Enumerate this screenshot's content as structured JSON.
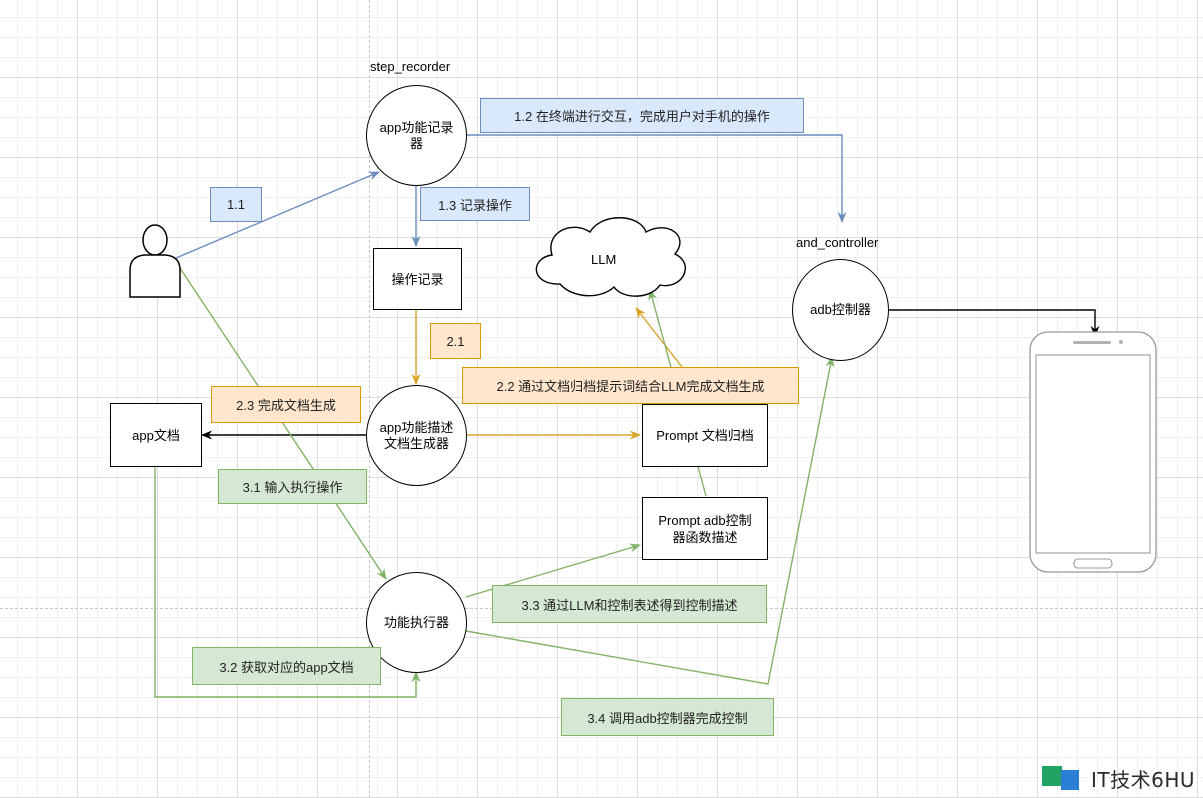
{
  "nodes": {
    "step_recorder_caption": "step_recorder",
    "and_controller_caption": "and_controller",
    "app_recorder": "app功能记录\n器",
    "op_record": "操作记录",
    "llm": "LLM",
    "adb_controller": "adb控制器",
    "app_doc": "app文档",
    "doc_generator": "app功能描述\n文档生成器",
    "prompt_doc": "Prompt 文档归档",
    "prompt_adb": "Prompt adb控制\n器函数描述",
    "executor": "功能执行器"
  },
  "edge_labels": {
    "l11": "1.1",
    "l12": "1.2 在终端进行交互，完成用户对手机的操作",
    "l13": "1.3 记录操作",
    "l21": "2.1",
    "l22": "2.2 通过文档归档提示词结合LLM完成文档生成",
    "l23": "2.3 完成文档生成",
    "l31": "3.1 输入执行操作",
    "l32": "3.2 获取对应的app文档",
    "l33": "3.3 通过LLM和控制表述得到控制描述",
    "l34": "3.4 调用adb控制器完成控制"
  },
  "colors": {
    "blue_edge": "#6c8ebf",
    "orange_edge": "#d6a52a",
    "green_edge": "#82b366",
    "black_edge": "#000000"
  },
  "icons": [
    "user-icon",
    "cloud-icon",
    "phone-icon",
    "watermark-logo-icon"
  ],
  "watermark": "IT技术6HU"
}
